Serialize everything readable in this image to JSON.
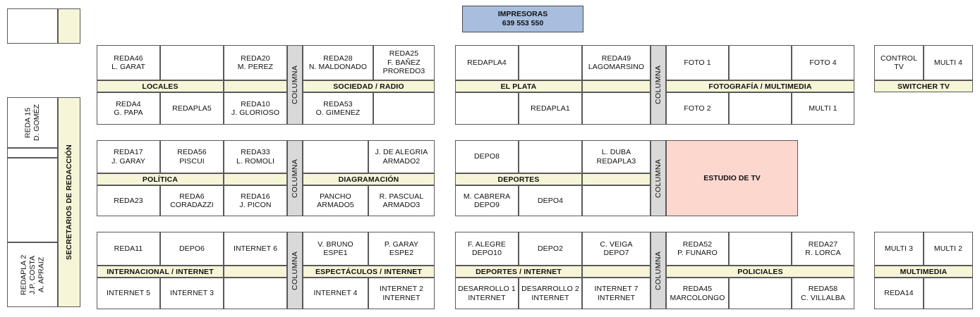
{
  "meta": {
    "colors": {
      "label_bar": "#f7f5d8",
      "column_fill": "#d9d9d9",
      "studio_fill": "#fcd7ce",
      "printers_fill": "#a8bede",
      "stroke": "#595959",
      "page_background": "#ffffff"
    }
  },
  "printers": {
    "title": "IMPRESORAS",
    "numbers": "639  553  550"
  },
  "left_strip": {
    "top_box": {
      "desk": "",
      "label": ""
    },
    "label": "SECRETARIOS DE REDACCIÓN",
    "desks": [
      "REDA 15\nD. GOMÉZ",
      "",
      "",
      "REDAPLA 2\nJ.P. COSTA\nA. APRAIZ"
    ]
  },
  "blocks": [
    {
      "id": "locales",
      "label": "LOCALES",
      "column_label": "COLUMNA",
      "top": [
        "REDA46\nL. GARAT",
        "",
        "REDA20\nM. PEREZ"
      ],
      "bottom": [
        "REDA4\nG. PAPA",
        "REDAPLA5",
        "REDA10\nJ. GLORIOSO"
      ]
    },
    {
      "id": "sociedad-radio",
      "label": "SOCIEDAD / RADIO",
      "column_label": "",
      "top": [
        "REDA28\nN. MALDONADO",
        "REDA25\nF. BAÑEZ\nPROREDO3"
      ],
      "bottom": [
        "REDA53\nO. GIMENEZ",
        ""
      ]
    },
    {
      "id": "el-plata",
      "label": "EL PLATA",
      "column_label": "COLUMNA",
      "top": [
        "REDAPLA4",
        "",
        "REDA49\nLAGOMARSINO"
      ],
      "bottom": [
        "",
        "REDAPLA1",
        ""
      ]
    },
    {
      "id": "fotografia-multimedia",
      "label": "FOTOGRAFÍA / MULTIMEDIA",
      "column_label": "",
      "top": [
        "FOTO 1",
        "",
        "FOTO 4"
      ],
      "bottom": [
        "FOTO 2",
        "",
        "MULTI 1"
      ]
    },
    {
      "id": "switcher-tv",
      "label": "SWITCHER TV",
      "column_label": "",
      "top": [
        "CONTROL TV",
        "MULTI 4"
      ],
      "bottom": []
    },
    {
      "id": "politica",
      "label": "POLÍTICA",
      "column_label": "COLUMNA",
      "top": [
        "REDA17\nJ. GARAY",
        "REDA56\nPISCUI",
        "REDA33\nL. ROMOLI"
      ],
      "bottom": [
        "REDA23",
        "REDA6\nCORADAZZI",
        "REDA16\nJ. PICON"
      ]
    },
    {
      "id": "diagramacion",
      "label": "DIAGRAMACIÓN",
      "column_label": "",
      "top": [
        "",
        "J. DE ALEGRIA\nARMADO2"
      ],
      "bottom": [
        "PANCHO\nARMADO5",
        "R. PASCUAL\nARMADO3"
      ]
    },
    {
      "id": "deportes",
      "label": "DEPORTES",
      "column_label": "COLUMNA",
      "top": [
        "DEPO8",
        "",
        "L. DUBA\nREDAPLA3"
      ],
      "bottom": [
        "M. CABRERA\nDEPO9",
        "DEPO4",
        ""
      ]
    },
    {
      "id": "estudio-de-tv",
      "label": "ESTUDIO DE TV",
      "column_label": "",
      "top": [],
      "bottom": []
    },
    {
      "id": "internacional-internet",
      "label": "INTERNACIONAL / INTERNET",
      "column_label": "COLUMNA",
      "top": [
        "REDA11",
        "DEPO6",
        "INTERNET 6"
      ],
      "bottom": [
        "INTERNET 5",
        "INTERNET 3",
        ""
      ]
    },
    {
      "id": "espectaculos-internet",
      "label": "ESPECTÁCULOS / INTERNET",
      "column_label": "",
      "top": [
        "V. BRUNO\nESPE1",
        "P. GARAY\nESPE2"
      ],
      "bottom": [
        "INTERNET 4",
        "INTERNET 2\nINTERNET"
      ]
    },
    {
      "id": "deportes-internet",
      "label": "DEPORTES / INTERNET",
      "column_label": "COLUMNA",
      "top": [
        "F. ALEGRE\nDEPO10",
        "DEPO2",
        "C. VEIGA\nDEPO7"
      ],
      "bottom": [
        "DESARROLLO 1\nINTERNET",
        "DESARROLLO 2\nINTERNET",
        "INTERNET 7\nINTERNET"
      ]
    },
    {
      "id": "policiales",
      "label": "POLICIALES",
      "column_label": "",
      "top": [
        "REDA52\nP. FUNARO",
        "",
        "REDA27\nR. LORCA"
      ],
      "bottom": [
        "REDA45\nMARCOLONGO",
        "",
        "REDA58\nC. VILLALBA"
      ]
    },
    {
      "id": "multimedia",
      "label": "MULTIMEDIA",
      "column_label": "",
      "top": [
        "MULTI 3",
        "MULTI 2"
      ],
      "bottom": [
        "REDA14",
        ""
      ]
    }
  ]
}
